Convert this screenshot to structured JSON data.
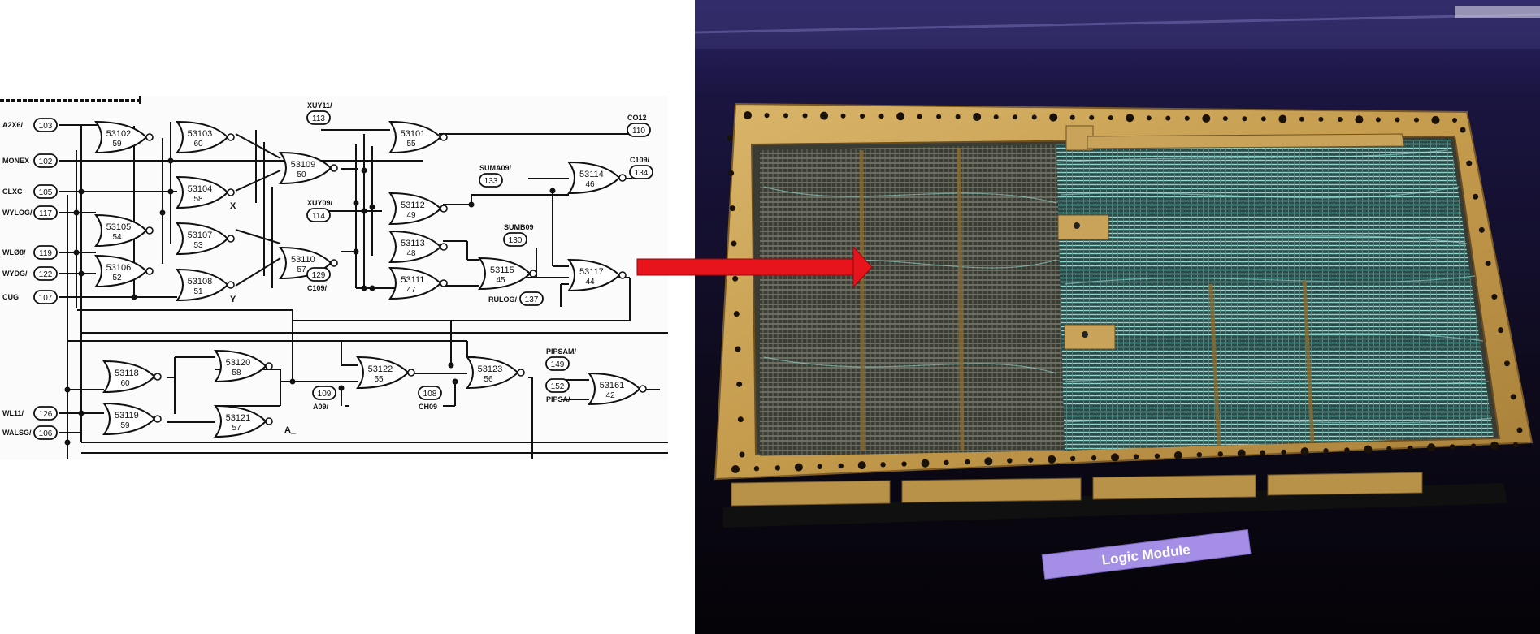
{
  "colors": {
    "arrow": "#e8141c",
    "photo_background": "#170f2a",
    "frame_gold": "#c9a35a",
    "wire_cyan": "#7ed8cf",
    "caption_bg": "#a58ee6",
    "caption_text": "#ffffff"
  },
  "caption": {
    "text": "Logic Module"
  },
  "ports": [
    {
      "label": "A2X6/",
      "num": "103"
    },
    {
      "label": "MONEX",
      "num": "102"
    },
    {
      "label": "CLXC",
      "num": "105"
    },
    {
      "label": "WYLOG/",
      "num": "117"
    },
    {
      "label": "WLØ8/",
      "num": "119"
    },
    {
      "label": "WYDG/",
      "num": "122"
    },
    {
      "label": "CUG",
      "num": "107"
    },
    {
      "label": "WL11/",
      "num": "126"
    },
    {
      "label": "WALSG/",
      "num": "106"
    }
  ],
  "gates": [
    {
      "id": "53102",
      "num": "59"
    },
    {
      "id": "53103",
      "num": "60"
    },
    {
      "id": "53104",
      "num": "58"
    },
    {
      "id": "53107",
      "num": "53"
    },
    {
      "id": "53105",
      "num": "54"
    },
    {
      "id": "53106",
      "num": "52"
    },
    {
      "id": "53108",
      "num": "51"
    },
    {
      "id": "53109",
      "num": "50"
    },
    {
      "id": "53110",
      "num": "57"
    },
    {
      "id": "53101",
      "num": "55"
    },
    {
      "id": "53112",
      "num": "49"
    },
    {
      "id": "53113",
      "num": "48"
    },
    {
      "id": "53111",
      "num": "47"
    },
    {
      "id": "53114",
      "num": "46"
    },
    {
      "id": "53115",
      "num": "45"
    },
    {
      "id": "53117",
      "num": "44"
    },
    {
      "id": "53118",
      "num": "60"
    },
    {
      "id": "53119",
      "num": "59"
    },
    {
      "id": "53120",
      "num": "58"
    },
    {
      "id": "53121",
      "num": "57"
    },
    {
      "id": "53122",
      "num": "55"
    },
    {
      "id": "53123",
      "num": "56"
    },
    {
      "id": "53161",
      "num": "42"
    }
  ],
  "signals": [
    {
      "label": "XUY11/",
      "num": "113"
    },
    {
      "label": "XUY09/",
      "num": "114"
    },
    {
      "label": "C109/",
      "num": "129"
    },
    {
      "label": "SUMA09/",
      "num": "133"
    },
    {
      "label": "SUMB09",
      "num": "130"
    },
    {
      "label": "RULOG/",
      "num": "137"
    },
    {
      "label": "CO12",
      "num": "110"
    },
    {
      "label": "C109/",
      "num": "134"
    },
    {
      "label": "A09/",
      "num": "109"
    },
    {
      "label": "CH09",
      "num": "108"
    },
    {
      "label": "PIPSAM/",
      "num": "149"
    },
    {
      "label": "PIPSA/",
      "num": "152"
    }
  ],
  "node_marks": [
    "X",
    "Y",
    "A_"
  ]
}
